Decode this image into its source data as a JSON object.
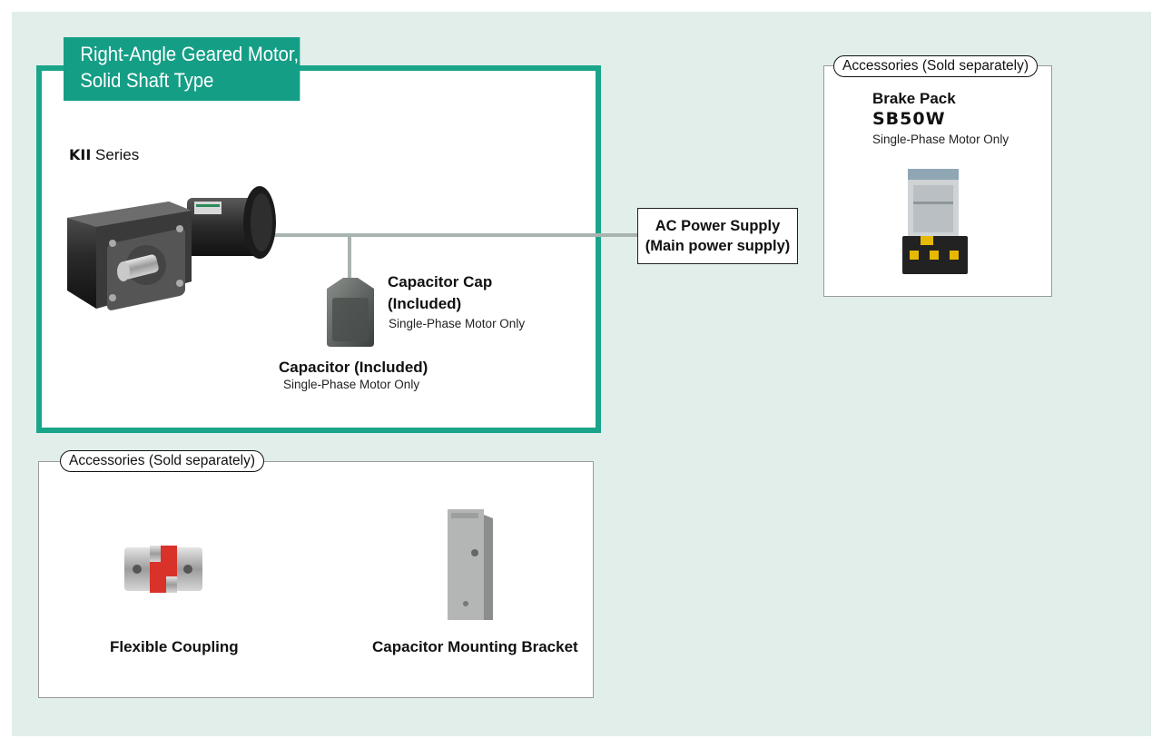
{
  "motor": {
    "title_line1": "Right-Angle Geared Motor,",
    "title_line2": "Solid Shaft Type",
    "series_bold": "KII",
    "series_suffix": " Series"
  },
  "capacitor_cap": {
    "name_line1": "Capacitor Cap",
    "name_line2": "(Included)",
    "note": "Single-Phase Motor Only"
  },
  "capacitor": {
    "name": "Capacitor (Included)",
    "note": "Single-Phase Motor Only"
  },
  "power": {
    "line1": "AC Power Supply",
    "line2": "(Main power supply)"
  },
  "brake_accessory": {
    "tag": "Accessories (Sold separately)",
    "name": "Brake Pack",
    "model": "SB50W",
    "note": "Single-Phase Motor Only"
  },
  "bottom_accessories": {
    "tag": "Accessories (Sold separately)",
    "items": [
      {
        "name": "Flexible Coupling"
      },
      {
        "name": "Capacitor Mounting Bracket"
      }
    ]
  },
  "colors": {
    "accent": "#159e86",
    "frame": "#1aa58a",
    "background": "#e1eeea"
  }
}
